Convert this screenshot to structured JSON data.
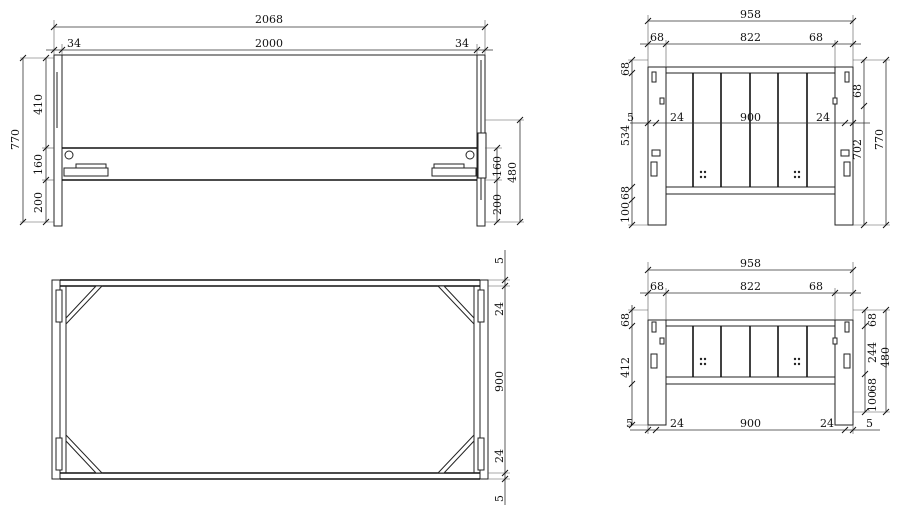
{
  "side_view": {
    "dims": {
      "overall_length": "2068",
      "inner_length": "2000",
      "post_left": "34",
      "post_right": "34",
      "total_height": "770",
      "upper_span": "410",
      "rail_height": "160",
      "leg_height": "200",
      "right_rail": "160",
      "right_leg": "200",
      "right_total": "480"
    }
  },
  "top_view": {
    "dims": {
      "end_top": "5",
      "gap_top": "24",
      "inner_width": "900",
      "gap_bottom": "24",
      "end_bottom": "5"
    }
  },
  "head_view": {
    "dims": {
      "overall_width": "958",
      "left_post": "68",
      "panel_width": "822",
      "right_post": "68",
      "top_rail_left": "68",
      "panel_height": "534",
      "side_gap_left": "5",
      "inner_gap_left": "24",
      "mattress_width": "900",
      "inner_gap_right": "24",
      "bottom_rail": "68",
      "foot": "100",
      "right_top_rail": "68",
      "right_panel": "702",
      "total_height": "770"
    }
  },
  "foot_view": {
    "dims": {
      "overall_width": "958",
      "left_post": "68",
      "panel_width": "822",
      "right_post": "68",
      "top_rail_left": "68",
      "panel_height": "412",
      "bottom_rail": "68",
      "foot": "100",
      "right_top_rail": "68",
      "right_panel": "244",
      "right_total": "480",
      "side_gap_left": "5",
      "inner_gap_left": "24",
      "mattress_width": "900",
      "inner_gap_right": "24",
      "side_gap_right": "5"
    }
  }
}
